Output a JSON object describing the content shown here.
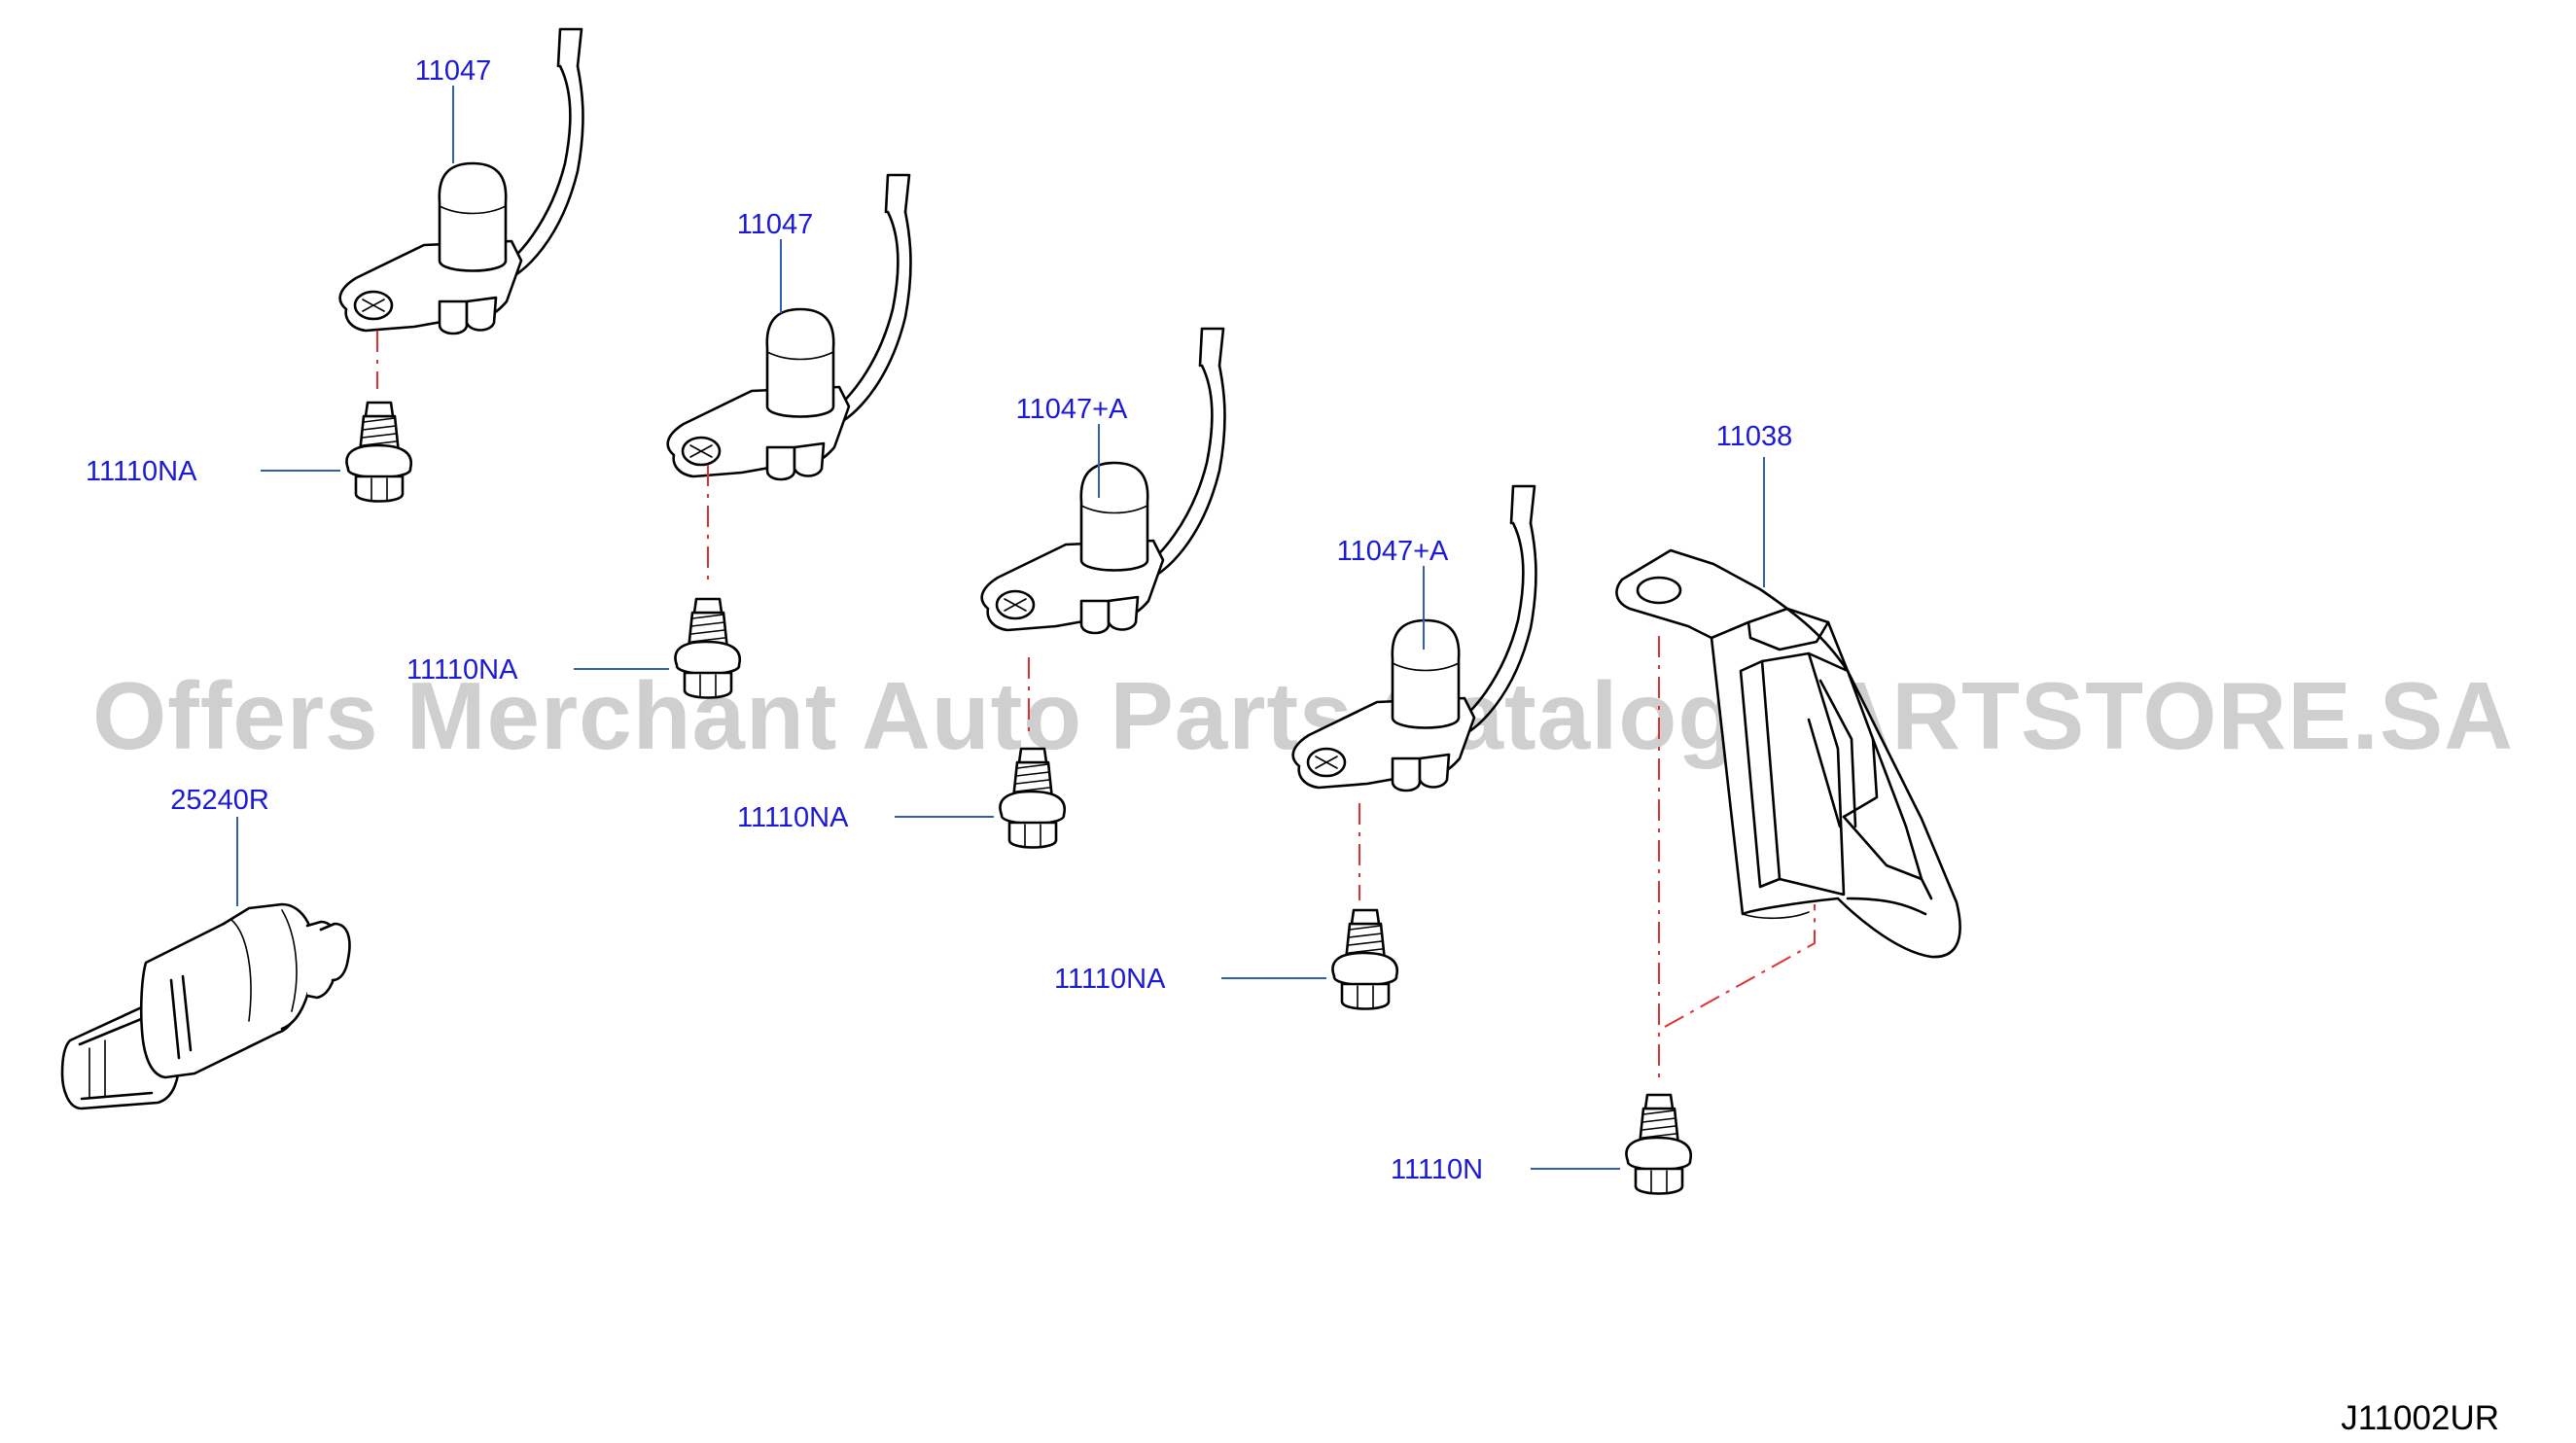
{
  "labels": {
    "sensor_1": "11047",
    "sensor_2": "11047",
    "sensor_3": "11047+A",
    "sensor_4": "11047+A",
    "bolt_1": "11110NA",
    "bolt_2": "11110NA",
    "bolt_3": "11110NA",
    "bolt_4": "11110NA",
    "bolt_5": "11110N",
    "bracket": "11038",
    "switch": "25240R"
  },
  "catalog_code": "J11002UR",
  "watermark": "Offers Merchant Auto Parts Catalog PARTSTORE.SA",
  "colors": {
    "label": "#1a1ad6",
    "leader": "#2f5fb3",
    "dash": "#e03030",
    "line": "#000000",
    "watermark": "#cfcfcf"
  }
}
